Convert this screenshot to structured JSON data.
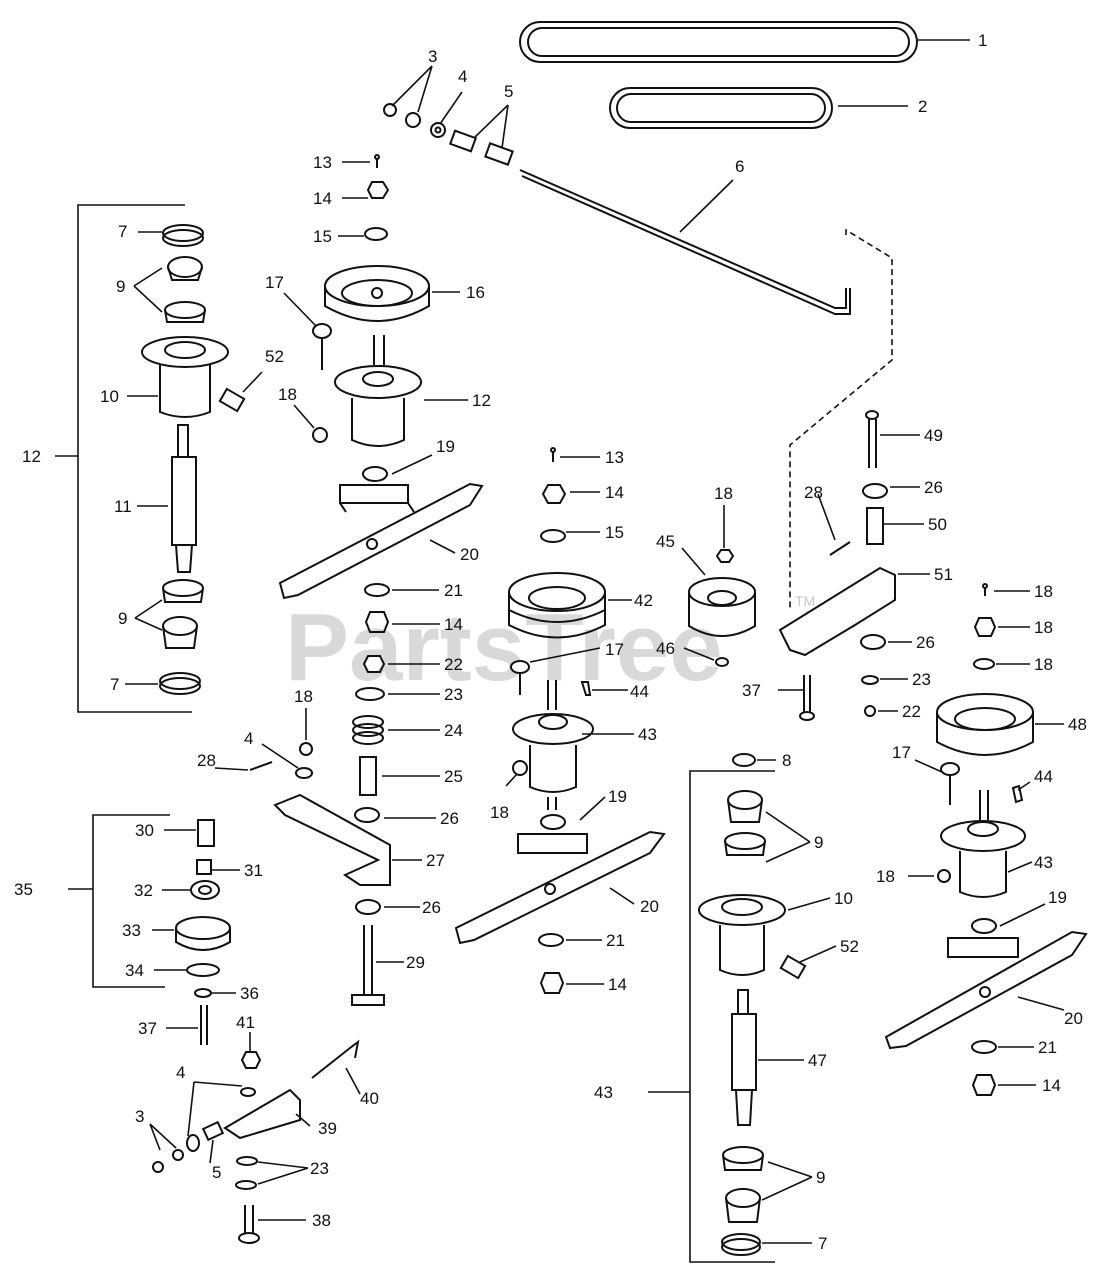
{
  "watermark": {
    "text": "PartsTree",
    "tm": "TM"
  },
  "labels": {
    "p1": "1",
    "p2": "2",
    "p3a": "3",
    "p4a": "4",
    "p5a": "5",
    "p6": "6",
    "p7a": "7",
    "p9a": "9",
    "p10a": "10",
    "p11": "11",
    "p9b": "9",
    "p7b": "7",
    "p12side": "12",
    "p13a": "13",
    "p14a": "14",
    "p15a": "15",
    "p16": "16",
    "p17a": "17",
    "p52a": "52",
    "p18a": "18",
    "p12b": "12",
    "p19a": "19",
    "p20a": "20",
    "p21a": "21",
    "p14b": "14",
    "p22a": "22",
    "p23a": "23",
    "p24": "24",
    "p25": "25",
    "p26a": "26",
    "p27": "27",
    "p18b": "18",
    "p4b": "4",
    "p28a": "28",
    "p26b": "26",
    "p29": "29",
    "p30": "30",
    "p31": "31",
    "p32": "32",
    "p33": "33",
    "p34": "34",
    "p35": "35",
    "p36": "36",
    "p37a": "37",
    "p41": "41",
    "p40": "40",
    "p4c": "4",
    "p3b": "3",
    "p5b": "5",
    "p39": "39",
    "p23b": "23",
    "p38": "38",
    "p13b": "13",
    "p14c": "14",
    "p15b": "15",
    "p42": "42",
    "p17b": "17",
    "p44a": "44",
    "p43a": "43",
    "p18c": "18",
    "p19b": "19",
    "p20b": "20",
    "p21b": "21",
    "p14d": "14",
    "p18d": "18",
    "p45": "45",
    "p46": "46",
    "p37b": "37",
    "p49": "49",
    "p28b": "28",
    "p26c": "26",
    "p50": "50",
    "p51": "51",
    "p26d": "26",
    "p23c": "23",
    "p22b": "22",
    "p18e": "18",
    "p18f": "18",
    "p18g": "18",
    "p48": "48",
    "p17c": "17",
    "p44b": "44",
    "p43b": "43",
    "p18h": "18",
    "p19c": "19",
    "p20c": "20",
    "p21c": "21",
    "p14e": "14",
    "p8": "8",
    "p9c": "9",
    "p10b": "10",
    "p52b": "52",
    "p47": "47",
    "p43side": "43",
    "p9d": "9",
    "p7c": "7"
  }
}
